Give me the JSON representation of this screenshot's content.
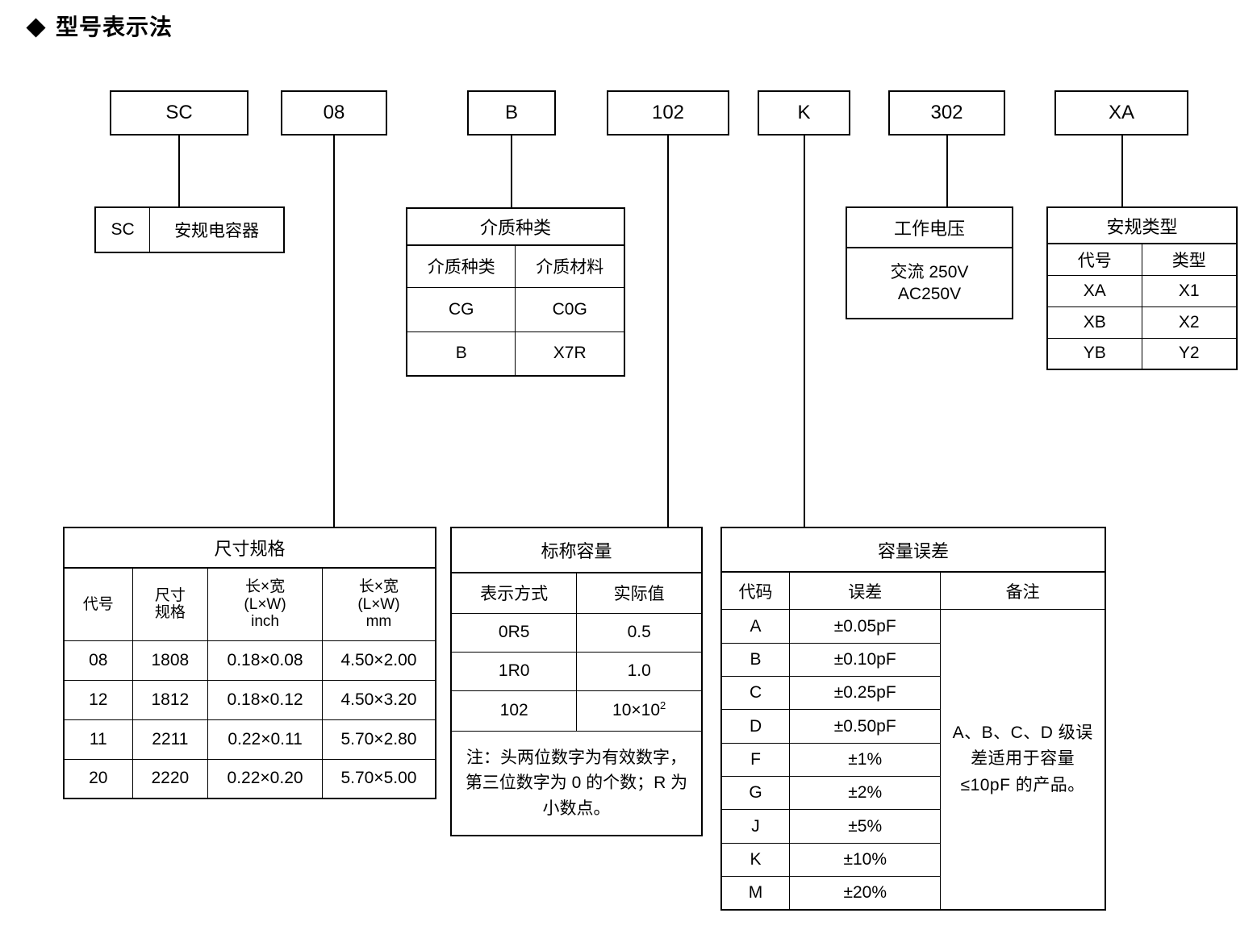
{
  "heading": {
    "marker": "diamond",
    "title": "型号表示法"
  },
  "part_code_boxes": [
    {
      "id": "series",
      "label": "SC"
    },
    {
      "id": "size",
      "label": "08"
    },
    {
      "id": "dielectric",
      "label": "B"
    },
    {
      "id": "capacitance",
      "label": "102"
    },
    {
      "id": "tolerance",
      "label": "K"
    },
    {
      "id": "voltage",
      "label": "302"
    },
    {
      "id": "safety",
      "label": "XA"
    }
  ],
  "series_block": {
    "code": "SC",
    "description": "安规电容器"
  },
  "dielectric_table": {
    "title": "介质种类",
    "headers": [
      "介质种类",
      "介质材料"
    ],
    "rows": [
      [
        "CG",
        "C0G"
      ],
      [
        "B",
        "X7R"
      ]
    ]
  },
  "voltage_block": {
    "title": "工作电压",
    "value_line1": "交流 250V",
    "value_line2": "AC250V"
  },
  "safety_table": {
    "title": "安规类型",
    "headers": [
      "代号",
      "类型"
    ],
    "rows": [
      [
        "XA",
        "X1"
      ],
      [
        "XB",
        "X2"
      ],
      [
        "YB",
        "Y2"
      ]
    ]
  },
  "size_table": {
    "title": "尺寸规格",
    "headers": [
      {
        "line1": "代号",
        "line2": "",
        "line3": ""
      },
      {
        "line1": "尺寸",
        "line2": "规格",
        "line3": ""
      },
      {
        "line1": "长×宽",
        "line2": "(L×W)",
        "line3": "inch"
      },
      {
        "line1": "长×宽",
        "line2": "(L×W)",
        "line3": "mm"
      }
    ],
    "rows": [
      [
        "08",
        "1808",
        "0.18×0.08",
        "4.50×2.00"
      ],
      [
        "12",
        "1812",
        "0.18×0.12",
        "4.50×3.20"
      ],
      [
        "11",
        "2211",
        "0.22×0.11",
        "5.70×2.80"
      ],
      [
        "20",
        "2220",
        "0.22×0.20",
        "5.70×5.00"
      ]
    ]
  },
  "capacitance_table": {
    "title": "标称容量",
    "headers": [
      "表示方式",
      "实际值"
    ],
    "rows": [
      {
        "code": "0R5",
        "value": "0.5",
        "value_exp": ""
      },
      {
        "code": "1R0",
        "value": "1.0",
        "value_exp": ""
      },
      {
        "code": "102",
        "value": "10×10",
        "value_exp": "2"
      }
    ],
    "note": "注：头两位数字为有效数字，第三位数字为 0 的个数；R 为小数点。"
  },
  "tolerance_table": {
    "title": "容量误差",
    "headers": [
      "代码",
      "误差",
      "备注"
    ],
    "rows": [
      [
        "A",
        "±0.05pF"
      ],
      [
        "B",
        "±0.10pF"
      ],
      [
        "C",
        "±0.25pF"
      ],
      [
        "D",
        "±0.50pF"
      ],
      [
        "F",
        "±1%"
      ],
      [
        "G",
        "±2%"
      ],
      [
        "J",
        "±5%"
      ],
      [
        "K",
        "±10%"
      ],
      [
        "M",
        "±20%"
      ]
    ],
    "remark": "A、B、C、D 级误差适用于容量≤10pF 的产品。"
  }
}
